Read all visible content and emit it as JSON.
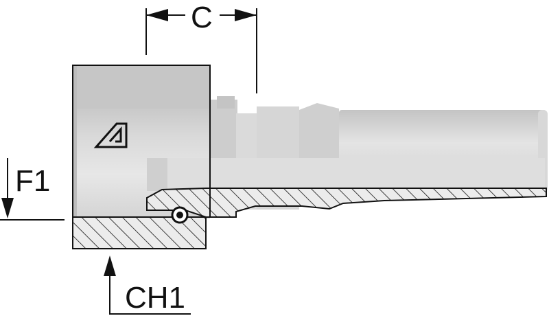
{
  "labels": {
    "c": "C",
    "f1": "F1",
    "ch1": "CH1"
  },
  "colors": {
    "line": "#111111",
    "metal_light": "#e6e6e6",
    "metal_mid": "#cfcfcf",
    "metal_dark": "#b9b9b9",
    "section_fill": "#ececec"
  },
  "icons": {
    "brand": "brand-logo-icon"
  }
}
